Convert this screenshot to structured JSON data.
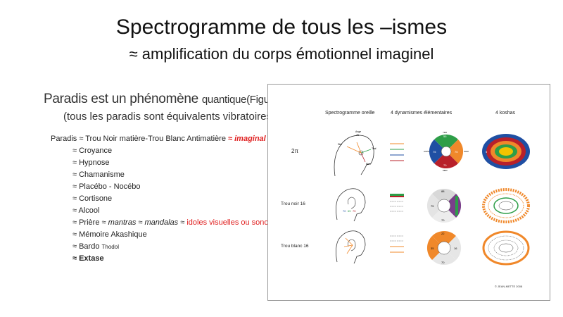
{
  "title": "Spectrogramme de tous les –ismes",
  "subtitle": "≈ amplification du corps émotionnel imaginel",
  "heading": {
    "main": "Paradis est un phénomène ",
    "small": "quantique(Figuration)"
  },
  "subheading": "(tous les paradis sont équivalents vibratoires)",
  "list": {
    "first": {
      "a": "Paradis ≈ Trou Noir matière-Trou Blanc Antimatière ",
      "b": "≈ imaginal amplifié"
    },
    "items": [
      "≈ Croyance",
      "≈ Hypnose",
      "≈ Chamanisme",
      "≈ Placébo - Nocébo",
      "≈ Cortisone",
      "≈  Alcool"
    ],
    "priere": {
      "a": "≈ Prière ≈ ",
      "b": "mantras ≈ mandalas",
      "c": " ≈ ",
      "d": "idoles visuelles ou sonores"
    },
    "memoire": "≈ Mémoire Akashique",
    "bardo": {
      "a": "≈  Bardo ",
      "b": "Thodol"
    },
    "extase": "≈ Extase"
  },
  "panel": {
    "col1": "Spectrogramme oreille",
    "col2": "4 dynamismes élémentaires",
    "col3": "4 koshas",
    "row1": "2π",
    "row2": "Trou noir 16",
    "row3": "Trou blanc 16",
    "copyright": "© JEAN-METTE 2008",
    "ear_labels": {
      "top": "Ange",
      "top_num": "75",
      "left": "Dim",
      "right": "Teal",
      "bottom": "Mon"
    },
    "ear_nums": [
      "70",
      "65",
      "75"
    ],
    "wheel": {
      "top": "YED",
      "left": "AUPH",
      "right": "SHAI",
      "bottom": "MER",
      "n_top": "55",
      "n_left": "75",
      "n_right": "75",
      "n_bottom": "70"
    },
    "wheel2": {
      "n_top": "88",
      "n_left": "75",
      "n_bottom": "70"
    },
    "wheel3": {
      "n_top": "22",
      "n_left": "35",
      "n_right": "16",
      "n_bottom": "70"
    },
    "kosha_num": "5",
    "colors": {
      "green": "#2e9e48",
      "blue": "#1f4fa3",
      "red": "#b8202a",
      "orange": "#f0882a",
      "yellow": "#f2c400",
      "gray": "#9a9a9a",
      "lightgray": "#d8d8d8"
    }
  }
}
